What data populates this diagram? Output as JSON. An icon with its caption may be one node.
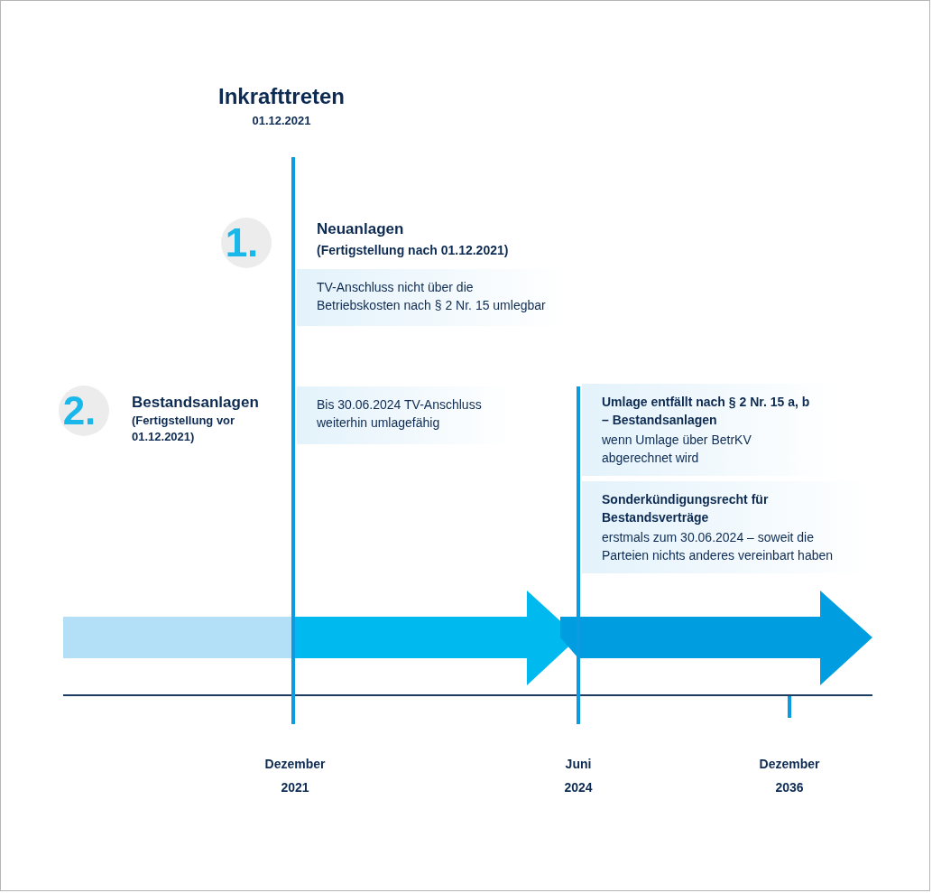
{
  "diagram": {
    "title": "Inkrafttreten",
    "nodes": [
      {
        "text": [
          "1."
        ]
      },
      {
        "text": [
          "Neuanlagen",
          "(Fertigstellung nach 01.12.2021)",
          "TV-Anschluss nicht über die Betriebskosten nach § 2 Nr. 15 umlegbar"
        ]
      },
      {
        "text": [
          "2."
        ]
      },
      {
        "text": [
          "Bis 30.06.2024 TV-Anschluss weiterhin umlagefähig"
        ]
      },
      {
        "text": [
          "Umlage entfällt nach § 2 Nr. 15 a, b – Bestandsanlagen",
          "wenn Umlage über BetrKV abgerechnet wird"
        ]
      },
      {
        "text": [
          "Sonderkündigungsrecht für Bestandsverträge",
          "erstmals zum 30.06.2024 – soweit die Parteien nichts anderes vereinbart haben"
        ]
      }
    ],
    "labels": [
      "01.12.2021",
      "Bestandsanlagen",
      "(Fertigstellung vor 01.12.2021)",
      "Dezember 2021",
      "Juni 2024",
      "Dezember 2036"
    ]
  }
}
